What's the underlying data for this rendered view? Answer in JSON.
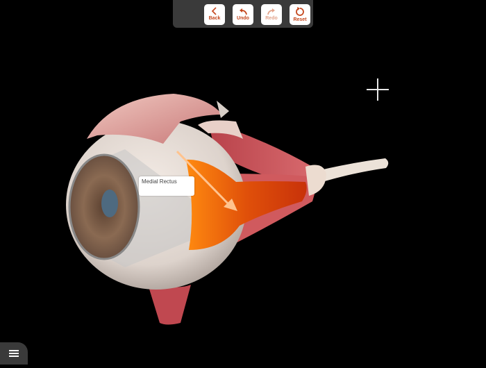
{
  "toolbar": {
    "buttons": [
      {
        "label": "Back",
        "icon": "chevron-left-icon",
        "enabled": true
      },
      {
        "label": "Undo",
        "icon": "undo-arrow-icon",
        "enabled": true
      },
      {
        "label": "Redo",
        "icon": "redo-arrow-icon",
        "enabled": false
      },
      {
        "label": "Reset",
        "icon": "reset-circular-arrow-icon",
        "enabled": true
      }
    ]
  },
  "model": {
    "subject": "eye with extraocular muscles",
    "highlighted_structure": "Medial Rectus",
    "highlight_color": "#f07a10"
  },
  "label": {
    "text": "Medial Rectus"
  },
  "menu": {
    "icon": "hamburger-menu-icon"
  },
  "colors": {
    "accent": "#c4461c",
    "toolbar_bg": "#3a3a3a",
    "background": "#000000"
  }
}
